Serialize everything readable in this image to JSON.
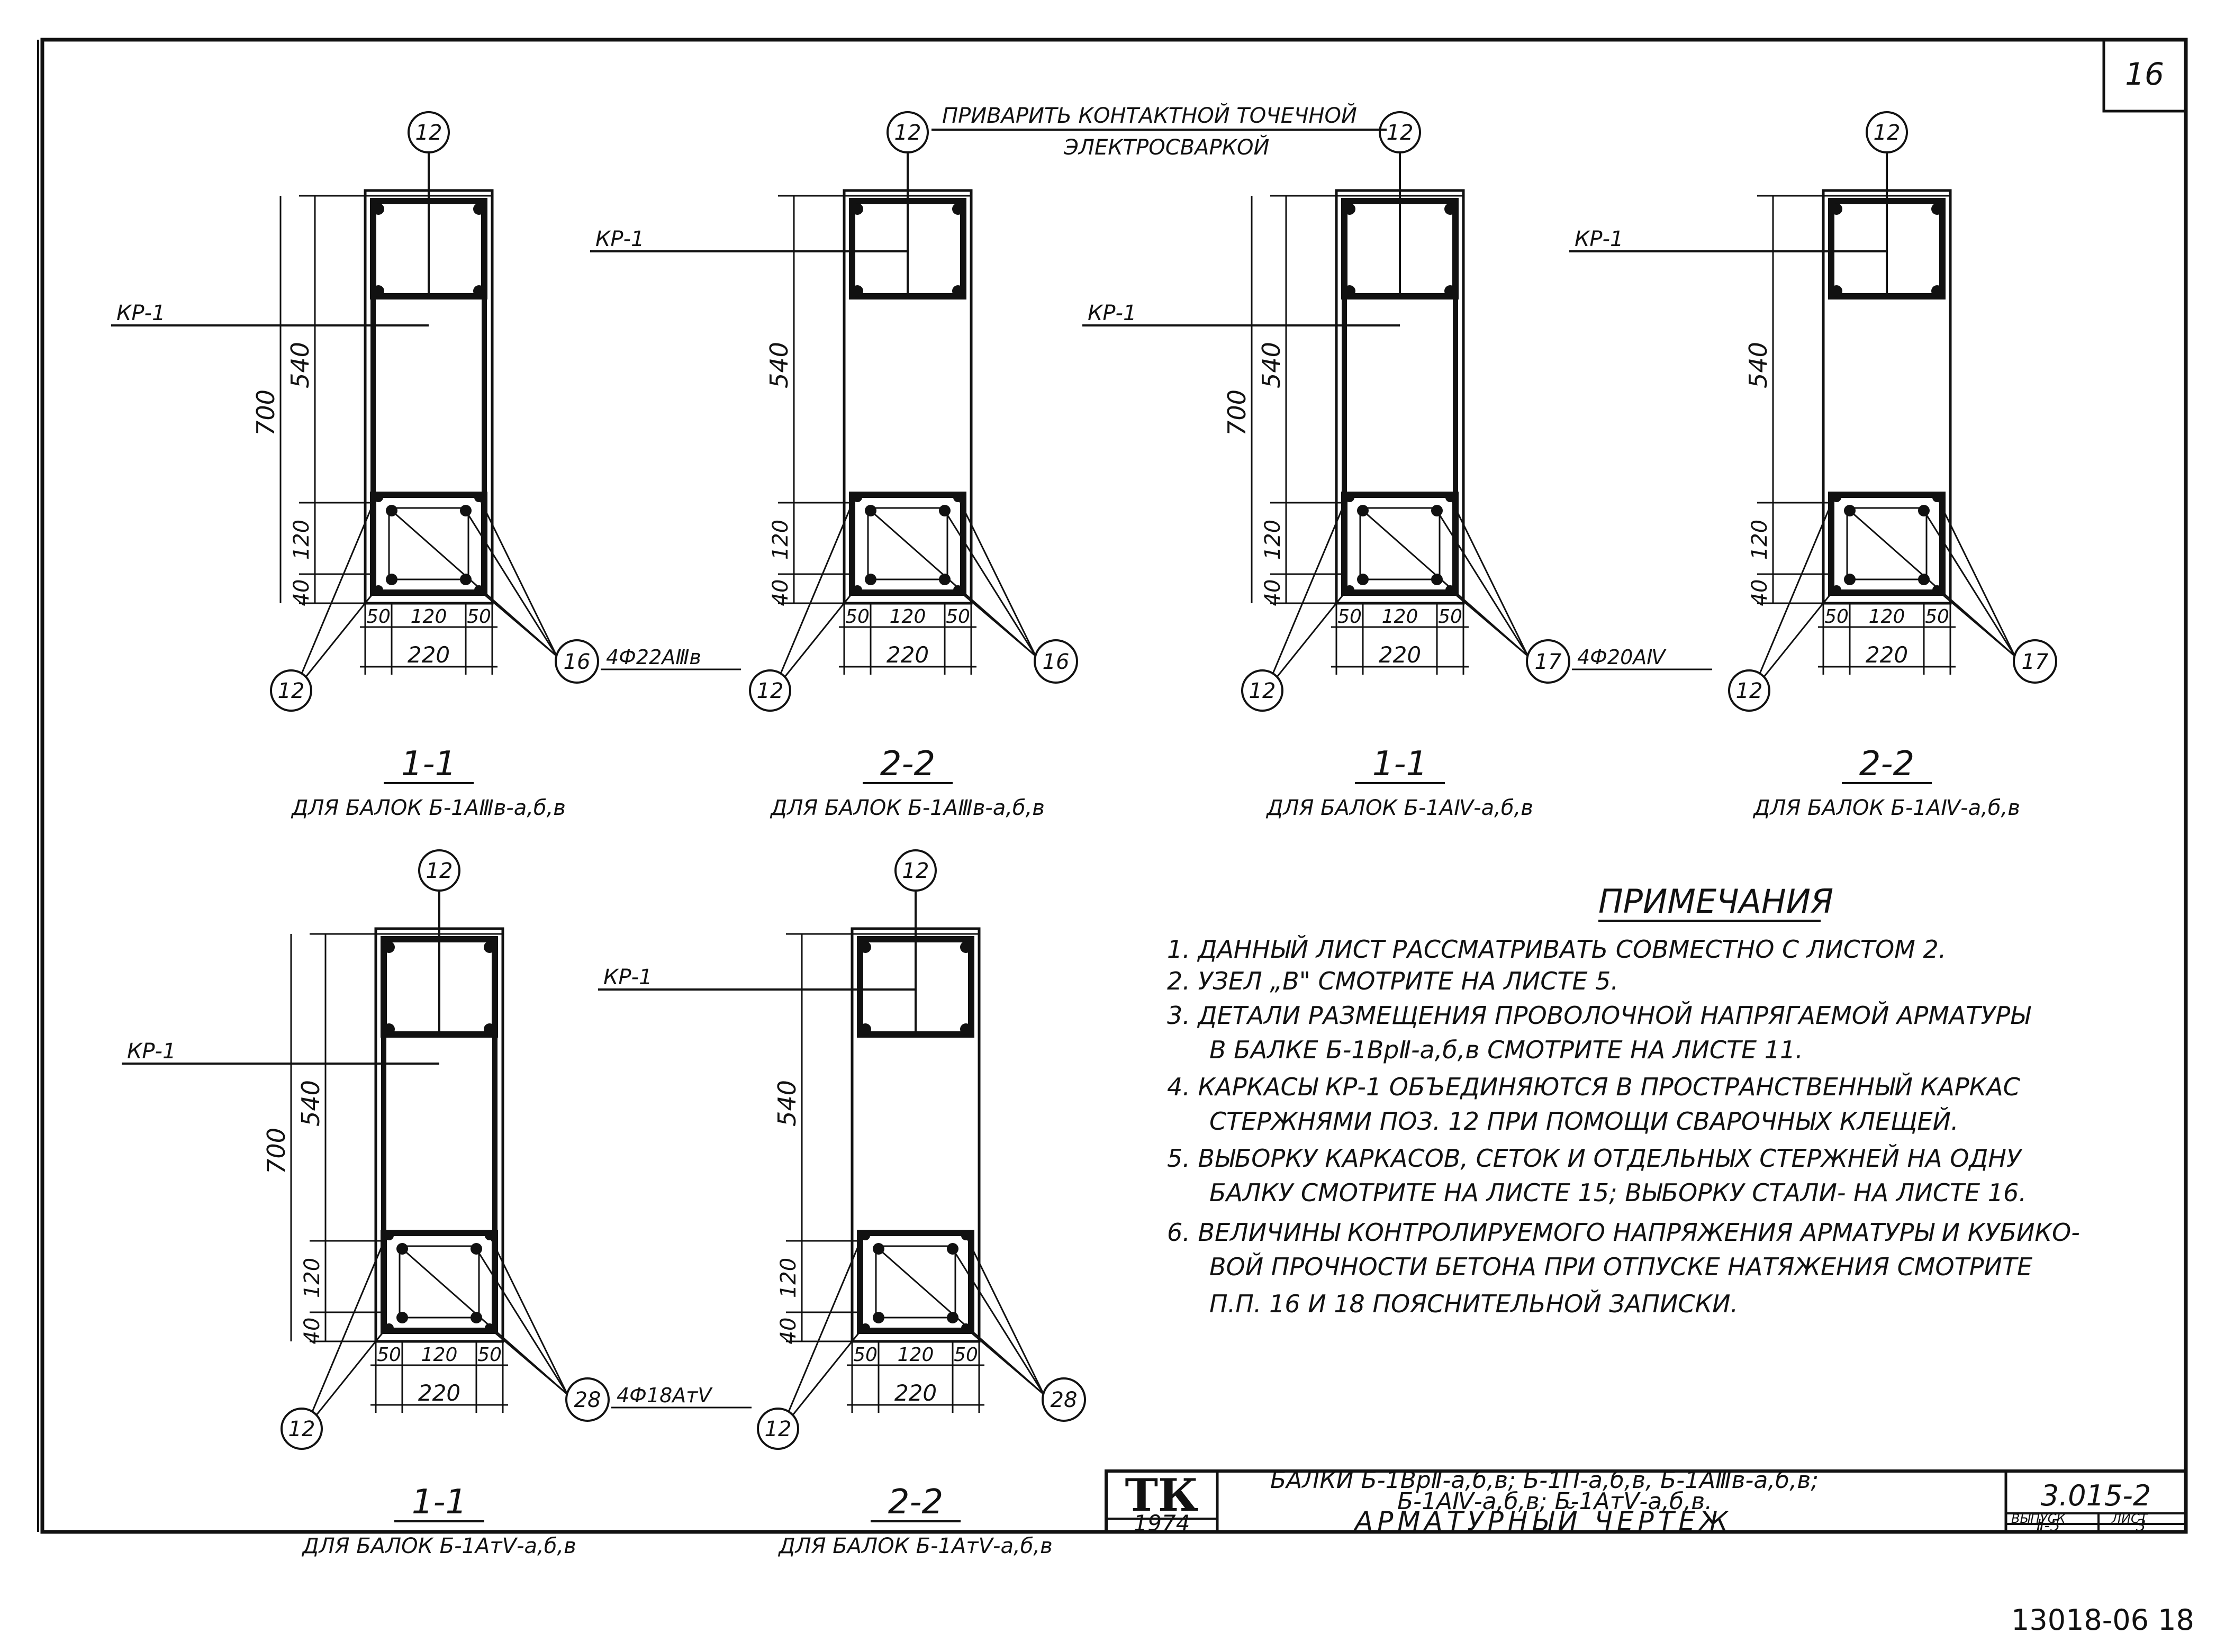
{
  "sheet_number": "16",
  "weld_note": [
    "ПРИВАРИТЬ КОНТАКТНОЙ ТОЧЕЧНОЙ",
    "ЭЛЕКТРОСВАРКОЙ"
  ],
  "sections": [
    {
      "title": "1-1",
      "caption": "ДЛЯ БАЛОК Б-1АⅢв-а,б,в",
      "frame": "КР-1",
      "h_total": "700",
      "h_mid": "540",
      "h_bot": "120",
      "h_cover": "40",
      "w_left": "50",
      "w_mid": "120",
      "w_right": "50",
      "w_total": "220",
      "pos_top": "12",
      "pos_left": "12",
      "pos_right": "16",
      "rebar_spec": "4Ф22АⅢв"
    },
    {
      "title": "2-2",
      "caption": "ДЛЯ БАЛОК Б-1АⅢв-а,б,в",
      "frame": "КР-1",
      "h_total": "",
      "h_mid": "540",
      "h_bot": "120",
      "h_cover": "40",
      "w_left": "50",
      "w_mid": "120",
      "w_right": "50",
      "w_total": "220",
      "pos_top": "12",
      "pos_left": "12",
      "pos_right": "16",
      "rebar_spec": ""
    },
    {
      "title": "1-1",
      "caption": "ДЛЯ БАЛОК Б-1АⅣ-а,б,в",
      "frame": "КР-1",
      "h_total": "700",
      "h_mid": "540",
      "h_bot": "120",
      "h_cover": "40",
      "w_left": "50",
      "w_mid": "120",
      "w_right": "50",
      "w_total": "220",
      "pos_top": "12",
      "pos_left": "12",
      "pos_right": "17",
      "rebar_spec": "4Ф20АⅣ"
    },
    {
      "title": "2-2",
      "caption": "ДЛЯ БАЛОК Б-1АⅣ-а,б,в",
      "frame": "КР-1",
      "h_total": "",
      "h_mid": "540",
      "h_bot": "120",
      "h_cover": "40",
      "w_left": "50",
      "w_mid": "120",
      "w_right": "50",
      "w_total": "220",
      "pos_top": "12",
      "pos_left": "12",
      "pos_right": "17",
      "rebar_spec": ""
    },
    {
      "title": "1-1",
      "caption": "ДЛЯ БАЛОК Б-1АтⅤ-а,б,в",
      "frame": "КР-1",
      "h_total": "700",
      "h_mid": "540",
      "h_bot": "120",
      "h_cover": "40",
      "w_left": "50",
      "w_mid": "120",
      "w_right": "50",
      "w_total": "220",
      "pos_top": "12",
      "pos_left": "12",
      "pos_right": "28",
      "rebar_spec": "4Ф18АтⅤ"
    },
    {
      "title": "2-2",
      "caption": "ДЛЯ БАЛОК Б-1АтⅤ-а,б,в",
      "frame": "КР-1",
      "h_total": "",
      "h_mid": "540",
      "h_bot": "120",
      "h_cover": "40",
      "w_left": "50",
      "w_mid": "120",
      "w_right": "50",
      "w_total": "220",
      "pos_top": "12",
      "pos_left": "12",
      "pos_right": "28",
      "rebar_spec": ""
    }
  ],
  "notes": {
    "title": "ПРИМЕЧАНИЯ",
    "items": [
      "1. ДАННЫЙ ЛИСТ РАССМАТРИВАТЬ СОВМЕСТНО С ЛИСТОМ 2.",
      "2. УЗЕЛ „В\" СМОТРИТЕ НА ЛИСТЕ 5.",
      "3. ДЕТАЛИ РАЗМЕЩЕНИЯ ПРОВОЛОЧНОЙ НАПРЯГАЕМОЙ АРМАТУРЫ",
      "В БАЛКЕ Б-1ВрⅡ-а,б,в СМОТРИТЕ НА ЛИСТЕ 11.",
      "4. КАРКАСЫ КР-1 ОБЪЕДИНЯЮТСЯ В ПРОСТРАНСТВЕННЫЙ КАРКАС",
      "СТЕРЖНЯМИ ПОЗ. 12 ПРИ ПОМОЩИ СВАРОЧНЫХ КЛЕЩЕЙ.",
      "5. ВЫБОРКУ КАРКАСОВ, СЕТОК И ОТДЕЛЬНЫХ СТЕРЖНЕЙ НА ОДНУ",
      "БАЛКУ СМОТРИТЕ НА ЛИСТЕ 15; ВЫБОРКУ СТАЛИ- НА ЛИСТЕ 16.",
      "6. ВЕЛИЧИНЫ КОНТРОЛИРУЕМОГО НАПРЯЖЕНИЯ АРМАТУРЫ И КУБИКО-",
      "ВОЙ ПРОЧНОСТИ БЕТОНА ПРИ ОТПУСКЕ НАТЯЖЕНИЯ СМОТРИТЕ",
      "П.П. 16 И 18 ПОЯСНИТЕЛЬНОЙ ЗАПИСКИ."
    ]
  },
  "title_block": {
    "logo": "ТК",
    "year": "1974",
    "description_line1": "БАЛКИ Б-1ВрⅡ-а,б,в; Б-1П-а,б,в, Б-1АⅢв-а,б,в;",
    "description_line2": "Б-1АⅣ-а,б,в; Б-1АтⅤ-а,б,в.",
    "description_line3": "АРМАТУРНЫЙ ЧЕРТЕЖ",
    "series": "3.015-2",
    "issue_label": "ВЫПУСК",
    "issue_value": "Ⅱ-5",
    "sheet_label": "ЛИСТ",
    "sheet_value": "3"
  },
  "archive_number": "13018-06 18"
}
